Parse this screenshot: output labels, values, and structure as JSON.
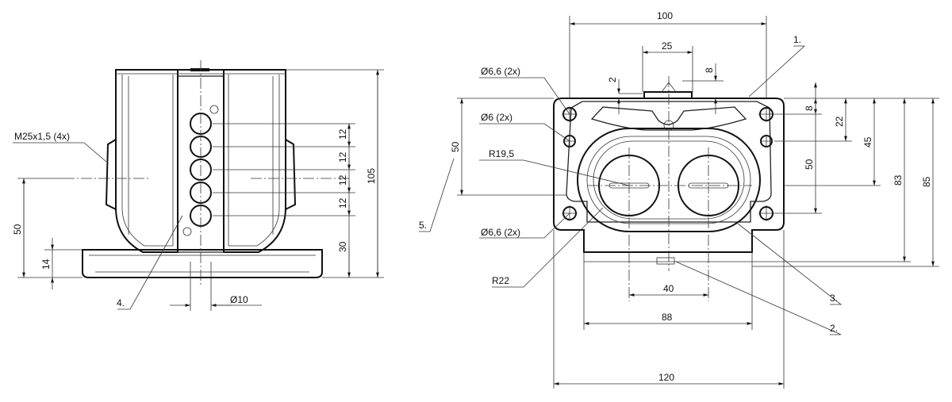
{
  "left_view": {
    "thread_label": "M25x1,5 (4x)",
    "dims": {
      "d12a": "12",
      "d12b": "12",
      "d12c": "12",
      "d12d": "12",
      "d30": "30",
      "d105": "105",
      "d50": "50",
      "d14": "14",
      "dia10": "Ø10"
    },
    "callout_4": "4."
  },
  "right_view": {
    "dims": {
      "d100": "100",
      "d25": "25",
      "d8top": "8",
      "d2": "2",
      "d8r": "8",
      "d22": "22",
      "d45": "45",
      "d50r": "50",
      "d83": "83",
      "d85": "85",
      "d50l": "50",
      "d40": "40",
      "d88": "88",
      "d120": "120"
    },
    "labels": {
      "hole66a": "Ø6,6 (2x)",
      "hole6": "Ø6 (2x)",
      "r195": "R19,5",
      "hole66b": "Ø6,6 (2x)",
      "r22": "R22"
    },
    "callouts": {
      "c1": "1.",
      "c2": "2.",
      "c3": "3.",
      "c5": "5."
    }
  }
}
